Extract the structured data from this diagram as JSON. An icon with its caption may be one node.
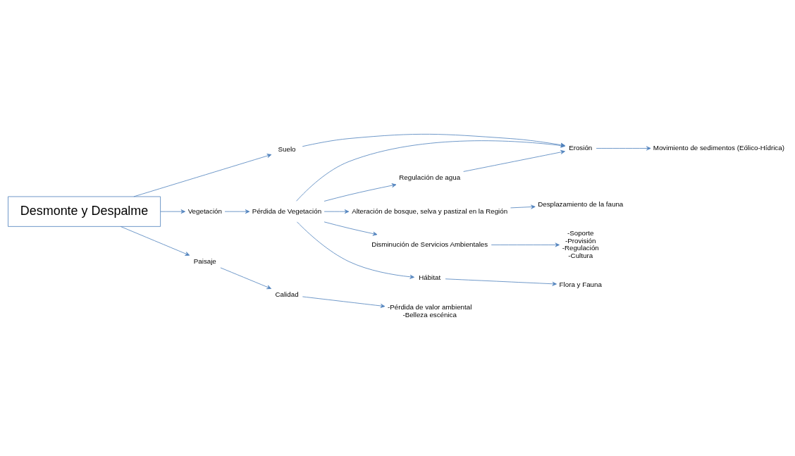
{
  "diagram": {
    "nodes": [
      {
        "text": [
          "Desmonte y Despalme"
        ]
      },
      {
        "text": [
          "Suelo"
        ]
      },
      {
        "text": [
          "Vegetación"
        ]
      },
      {
        "text": [
          "Paisaje"
        ]
      },
      {
        "text": [
          "Erosión"
        ]
      },
      {
        "text": [
          "Movimiento de sedimentos (Eólico-Hídrica)"
        ]
      },
      {
        "text": [
          "Pérdida de Vegetación"
        ]
      },
      {
        "text": [
          "Alteración de bosque, selva y pastizal en la Región"
        ]
      },
      {
        "text": [
          "Desplazamiento de la fauna"
        ]
      },
      {
        "text": [
          "Disminución de Servicios Ambientales"
        ]
      },
      {
        "text": [
          "-Soporte",
          "-Provisión",
          "-Regulación",
          "-Cultura"
        ]
      },
      {
        "text": [
          "Regulación de agua"
        ]
      },
      {
        "text": [
          "Hábitat"
        ]
      },
      {
        "text": [
          "Flora y Fauna"
        ]
      },
      {
        "text": [
          "Calidad"
        ]
      },
      {
        "text": [
          "-Pérdida de valor ambiental",
          "-Belleza escénica"
        ]
      }
    ],
    "edges": [
      {
        "from": 0,
        "to": 1,
        "arrow": "to"
      },
      {
        "from": 0,
        "to": 2,
        "arrow": "to"
      },
      {
        "from": 0,
        "to": 3,
        "arrow": "to"
      },
      {
        "from": 1,
        "to": 4,
        "arrow": "to"
      },
      {
        "from": 4,
        "to": 5,
        "arrow": "to"
      },
      {
        "from": 2,
        "to": 6,
        "arrow": "to"
      },
      {
        "from": 6,
        "to": 4,
        "arrow": "to"
      },
      {
        "from": 6,
        "to": 7,
        "arrow": "to"
      },
      {
        "from": 7,
        "to": 8,
        "arrow": "to"
      },
      {
        "from": 6,
        "to": 9,
        "arrow": "to"
      },
      {
        "from": 9,
        "to": 10,
        "arrow": "to"
      },
      {
        "from": 6,
        "to": 11,
        "arrow": "to"
      },
      {
        "from": 11,
        "to": 4,
        "arrow": "to"
      },
      {
        "from": 6,
        "to": 12,
        "arrow": "to"
      },
      {
        "from": 12,
        "to": 13,
        "arrow": "to"
      },
      {
        "from": 3,
        "to": 14,
        "arrow": "to"
      },
      {
        "from": 14,
        "to": 15,
        "arrow": "to"
      }
    ]
  }
}
